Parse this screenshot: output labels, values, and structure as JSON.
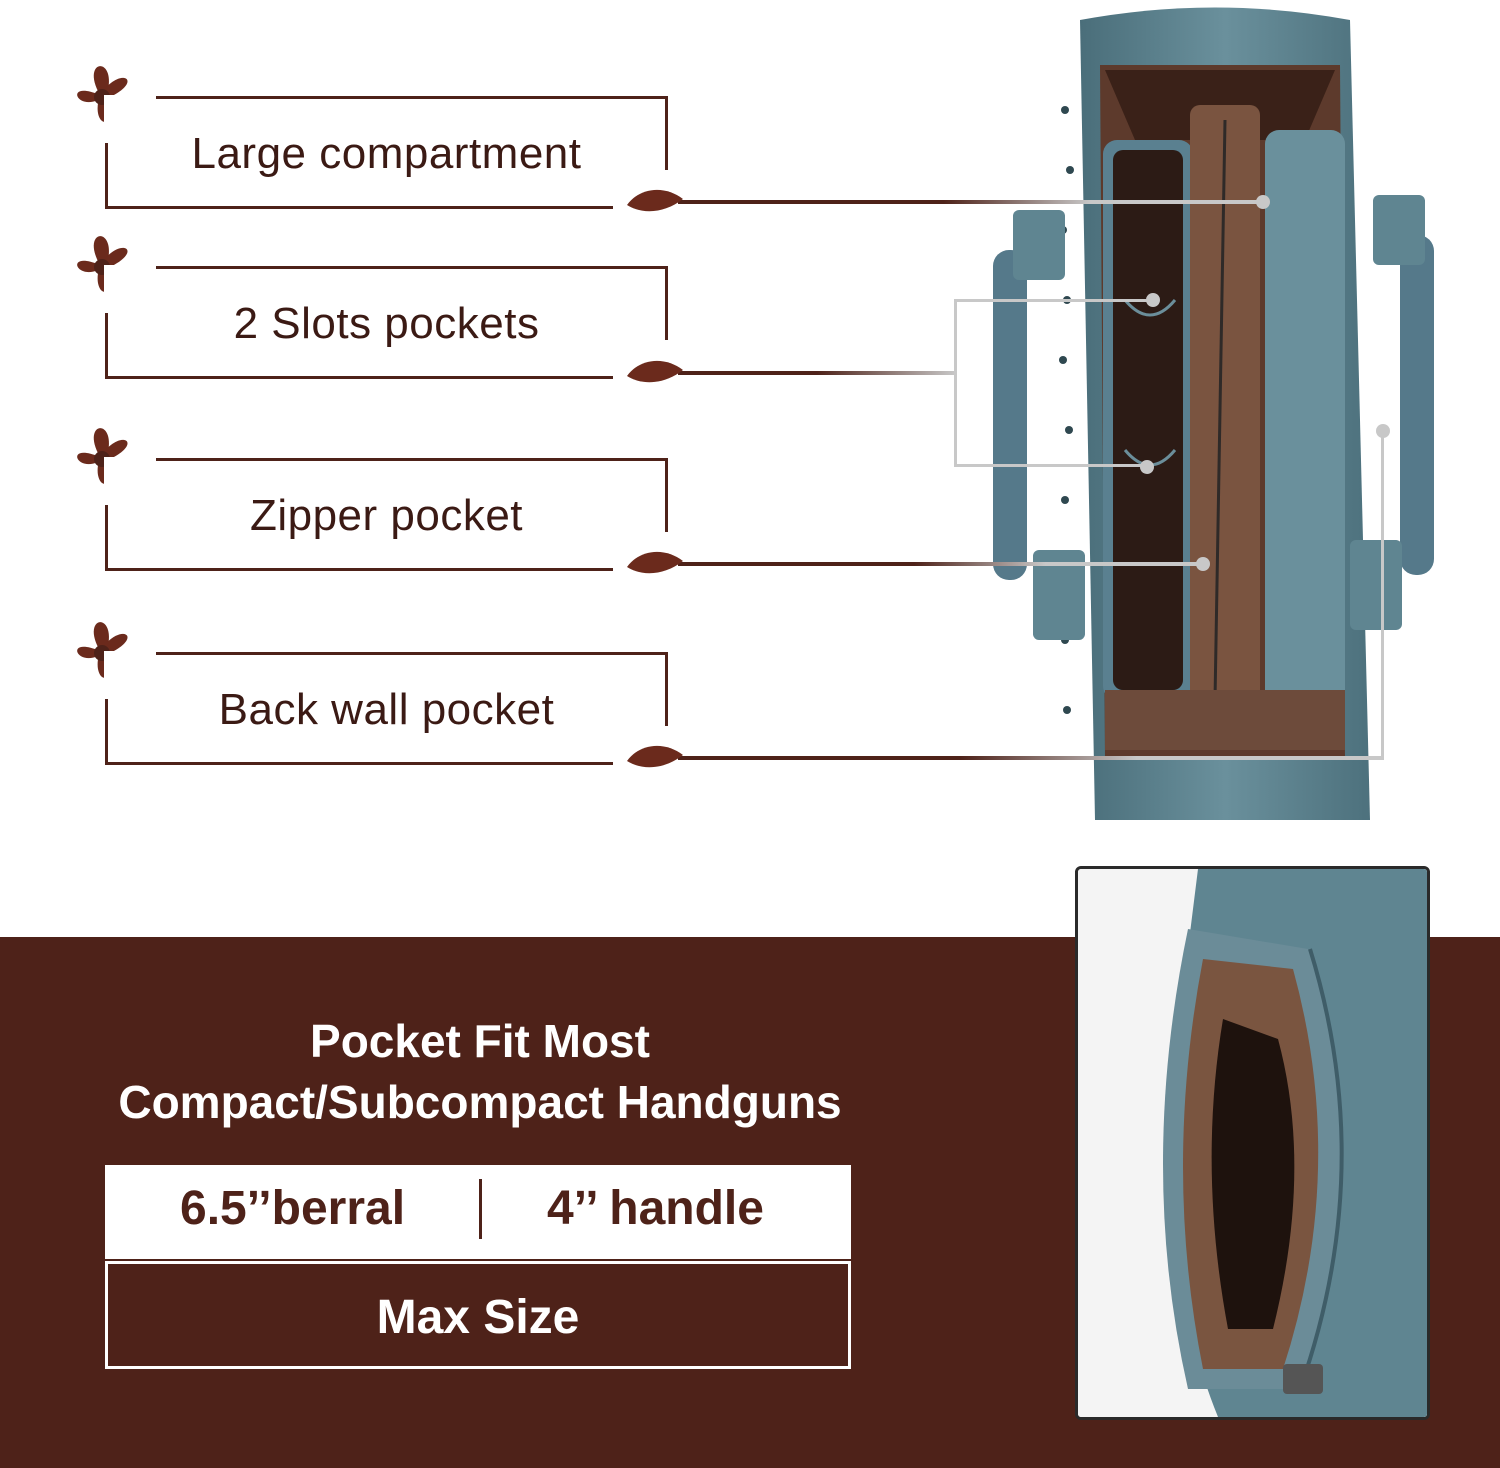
{
  "features": [
    {
      "label": "Large compartment"
    },
    {
      "label": "2 Slots pockets"
    },
    {
      "label": "Zipper pocket"
    },
    {
      "label": "Back wall pocket"
    }
  ],
  "headline": {
    "line1": "Pocket Fit Most",
    "line2": "Compact/Subcompact Handguns"
  },
  "size_table": {
    "barrel": "6.5’’berral",
    "handle": "4’’ handle",
    "caption": "Max Size"
  },
  "colors": {
    "brand_brown": "#4e2219",
    "bag_teal": "#5f8591",
    "lining_brown": "#6b4b3a",
    "connector_gray": "#c8c8c8"
  },
  "icons": [
    "flower-ornament-icon",
    "leaf-ornament-icon"
  ]
}
